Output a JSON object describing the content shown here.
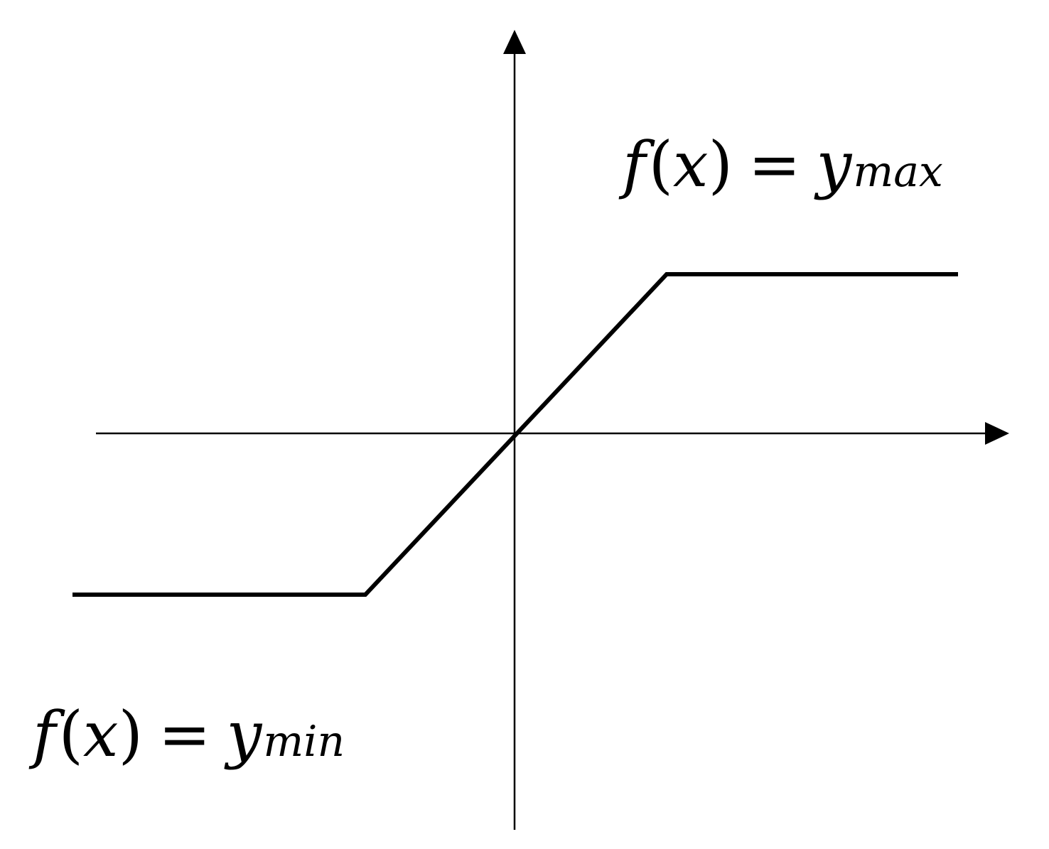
{
  "diagram": {
    "labels": {
      "upper": {
        "func": "f",
        "open_paren": "(",
        "var": "x",
        "close_paren": ")",
        "equals": "=",
        "y": "y",
        "subscript": "max"
      },
      "lower": {
        "func": "f",
        "open_paren": "(",
        "var": "x",
        "close_paren": ")",
        "equals": "=",
        "y": "y",
        "subscript": "min"
      }
    },
    "colors": {
      "stroke": "#000000",
      "background": "#ffffff"
    }
  }
}
